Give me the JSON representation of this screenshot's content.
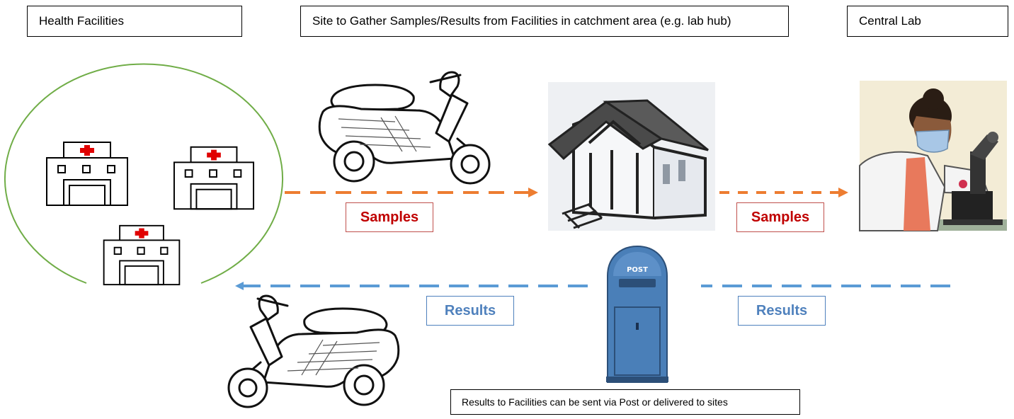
{
  "headers": {
    "health_facilities": "Health Facilities",
    "hub": "Site to Gather Samples/Results from Facilities in catchment area (e.g. lab hub)",
    "central_lab": "Central Lab"
  },
  "flow_labels": {
    "samples_to_hub": "Samples",
    "samples_to_lab": "Samples",
    "results_from_hub": "Results",
    "results_from_lab": "Results"
  },
  "note": "Results to Facilities can be sent via Post or delivered to sites",
  "postbox_text": "POST",
  "icons": {
    "facility": "hospital-building-icon",
    "transport": "scooter-icon",
    "hub": "house-icon",
    "lab": "lab-technician-icon",
    "mail": "postbox-icon"
  },
  "colors": {
    "samples_arrow": "#ed7d31",
    "results_arrow": "#5b9bd5",
    "samples_text": "#c00000",
    "results_text": "#4f81bd",
    "catchment_ellipse": "#70ad47",
    "red_cross": "#e00000",
    "postbox": "#4a7fb8"
  }
}
